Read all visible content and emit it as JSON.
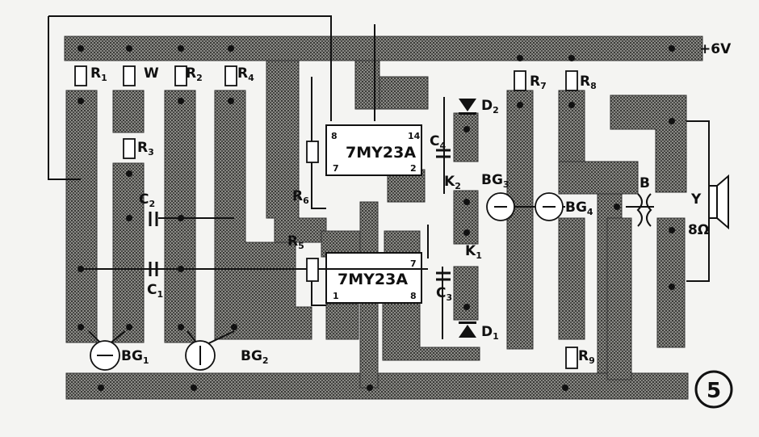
{
  "supply_label": "+6V",
  "figure_number": "5",
  "ic_upper": {
    "name": "7MY23A",
    "pin_left_top": "8",
    "pin_right_top": "14",
    "pin_left_bottom": "7",
    "pin_right_bottom": "2"
  },
  "ic_lower": {
    "name": "7MY23A",
    "pin_right_top": "7",
    "pin_left_bottom": "1",
    "pin_right_bottom": "8"
  },
  "components": {
    "R1": {
      "base": "R",
      "sub": "1"
    },
    "W": {
      "base": "W",
      "sub": ""
    },
    "R2": {
      "base": "R",
      "sub": "2"
    },
    "R4": {
      "base": "R",
      "sub": "4"
    },
    "R3": {
      "base": "R",
      "sub": "3"
    },
    "C2": {
      "base": "C",
      "sub": "2"
    },
    "C1": {
      "base": "C",
      "sub": "1"
    },
    "BG1": {
      "base": "BG",
      "sub": "1"
    },
    "BG2": {
      "base": "BG",
      "sub": "2"
    },
    "R6": {
      "base": "R",
      "sub": "6"
    },
    "R5": {
      "base": "R",
      "sub": "5"
    },
    "C4": {
      "base": "C",
      "sub": "4"
    },
    "C3": {
      "base": "C",
      "sub": "3"
    },
    "D2": {
      "base": "D",
      "sub": "2"
    },
    "D1": {
      "base": "D",
      "sub": "1"
    },
    "K2": {
      "base": "K",
      "sub": "2"
    },
    "K1": {
      "base": "K",
      "sub": "1"
    },
    "BG3": {
      "base": "BG",
      "sub": "3"
    },
    "BG4": {
      "base": "BG",
      "sub": "4"
    },
    "R7": {
      "base": "R",
      "sub": "7"
    },
    "R8": {
      "base": "R",
      "sub": "8"
    },
    "R9": {
      "base": "R",
      "sub": "9"
    },
    "B": {
      "base": "B",
      "sub": ""
    },
    "Y": {
      "base": "Y",
      "sub": ""
    },
    "speaker_ohms": {
      "base": "8Ω",
      "sub": ""
    }
  }
}
